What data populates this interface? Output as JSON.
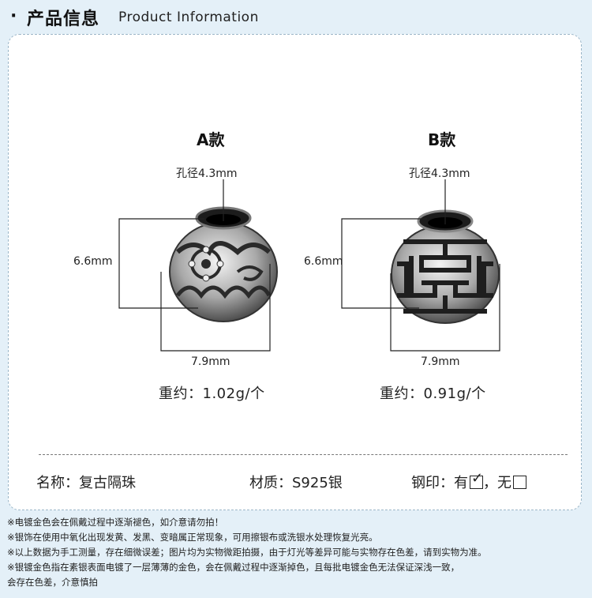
{
  "header": {
    "bullet": "·",
    "title_cn": "产品信息",
    "title_en": "Product Information"
  },
  "variants": [
    {
      "label": "A款",
      "hole": "孔径4.3mm",
      "height": "6.6mm",
      "width": "7.9mm",
      "weight": "重约：1.02g/个"
    },
    {
      "label": "B款",
      "hole": "孔径4.3mm",
      "height": "6.6mm",
      "width": "7.9mm",
      "weight": "重约：0.91g/个"
    }
  ],
  "info": {
    "name": "名称：复古隔珠",
    "material": "材质：S925银",
    "stamp_prefix": "钢印：有",
    "stamp_mid": "，无",
    "stamp_yes_checked": true,
    "stamp_no_checked": false
  },
  "notes": [
    "※电镀金色会在佩戴过程中逐渐褪色，如介意请勿拍！",
    "※银饰在使用中氧化出现发黄、发黑、变暗属正常现象，可用擦银布或洗银水处理恢复光亮。",
    "※以上数据为手工测量，存在细微误差；图片均为实物微距拍摄，由于灯光等差异可能与实物存在色差，请到实物为准。",
    "※银镀金色指在素银表面电镀了一层薄薄的金色，会在佩戴过程中逐渐掉色，且每批电镀金色无法保证深浅一致，",
    "会存在色差，介意慎拍"
  ]
}
